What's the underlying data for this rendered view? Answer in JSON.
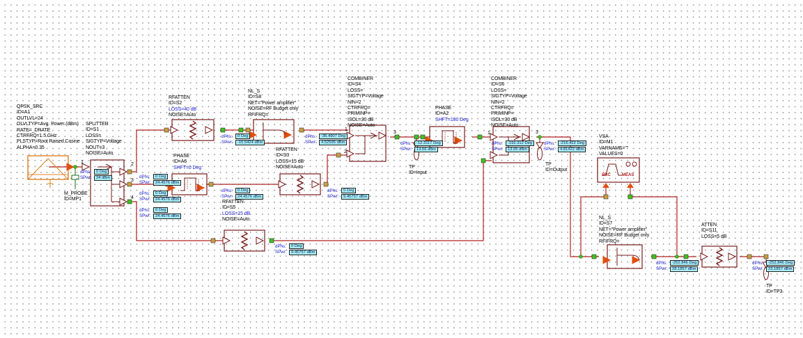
{
  "schematic": {
    "colors": {
      "wire": "#b02020",
      "block": "#7a1a1a",
      "source": "#e08020",
      "port_orange": "#e05010",
      "node_green": "#40c020",
      "annotation_bg": "#a9f0f5",
      "param_blue": "#1a1acc"
    },
    "components": [
      {
        "id": "qpsk_src",
        "lines": [
          "QPSK_SRC",
          "ID=A1",
          "OUTLVL=24",
          "OLVLTYP=Avg. Power (dBm)",
          "RATE=_DRATE",
          "CTRFRQ=1.5 GHz",
          "PLSTYP=Root Raised Cosine",
          "ALPHA=0.35"
        ]
      },
      {
        "id": "splitter",
        "lines": [
          "SPLITTER",
          "ID=S1",
          "LOSS=",
          "SIGTYP=Voltage",
          "NOUT=3",
          "NOISE=Auto"
        ]
      },
      {
        "id": "m_probe",
        "lines": [
          "M_PROBE",
          "ID=MP1"
        ]
      },
      {
        "id": "rfatten_s2",
        "lines": [
          "RFATTEN",
          "ID=S2",
          "LOSS=40 dB",
          "NOISE=Auto"
        ],
        "blue_line": 2
      },
      {
        "id": "nl_s_s8",
        "lines": [
          "NL_S",
          "ID=S8",
          "NET=\"Power amplifier\"",
          "NOISE=RF Budget only",
          "RFIFRQ="
        ]
      },
      {
        "id": "phase_a6",
        "lines": [
          "PHASE",
          "ID=A6",
          "SHFT=0 Deg"
        ],
        "blue_line": 2
      },
      {
        "id": "rfatten_s3",
        "lines": [
          "RFATTEN",
          "ID=S3",
          "LOSS=15 dB",
          "NOISE=Auto"
        ]
      },
      {
        "id": "rfatten_s5",
        "lines": [
          "RFATTEN",
          "ID=S5",
          "LOSS=15 dB",
          "NOISE=Auto"
        ],
        "blue_line": 2
      },
      {
        "id": "combiner_s4",
        "lines": [
          "COMBINER",
          "ID=S4",
          "LOSS=",
          "SIGTYP=Voltage",
          "NIN=2",
          "CTRFRQ=",
          "PRIMINP=",
          "ISOL=30 dB",
          "NOISE=Auto"
        ]
      },
      {
        "id": "phase_a2",
        "lines": [
          "PHASE",
          "ID=A2",
          "SHFT=180 Deg"
        ],
        "blue_line": 2
      },
      {
        "id": "tp_input",
        "lines": [
          "TP",
          "ID=Input"
        ]
      },
      {
        "id": "combiner_s6",
        "lines": [
          "COMBINER",
          "ID=S6",
          "LOSS=",
          "SIGTYP=Voltage",
          "NIN=2",
          "CTRFRQ=",
          "PRIMINP=",
          "ISOL=30 dB",
          "NOISE=Auto"
        ]
      },
      {
        "id": "tp_output",
        "lines": [
          "TP",
          "ID=Output"
        ]
      },
      {
        "id": "vsa",
        "lines": [
          "VSA",
          "ID=M1",
          "VARNAME=\"\"",
          "VALUES=0"
        ],
        "src_label": "SRC",
        "meas_label": "MEAS"
      },
      {
        "id": "nl_s_s7",
        "lines": [
          "NL_S",
          "ID=S7",
          "NET=\"Power amplifier\"",
          "NOISE=RF Budget only",
          "RFIFRQ="
        ]
      },
      {
        "id": "atten_s11",
        "lines": [
          "ATTEN",
          "ID=S11",
          "LOSS=5 dB"
        ]
      },
      {
        "id": "tp_tp3",
        "lines": [
          "TP",
          "ID=TP3"
        ]
      }
    ],
    "port_numbers": {
      "sp_in": "1",
      "sp_o2": "2",
      "sp_o3": "3",
      "sp_o4": "4",
      "c4_in1": "1",
      "c4_in2": "2",
      "c4_out": "3",
      "c6_in1": "1",
      "c6_out": "3"
    },
    "annotations": {
      "key_phase": "dPhs:",
      "key_power": "SPwr:",
      "a_src": {
        "phase": "0 Deg",
        "power": "24 dBm"
      },
      "a_sp2": {
        "phase": "0 Deg",
        "power": "24.4576 dBm"
      },
      "a_sp3": {
        "phase": "0 Deg",
        "power": "24.4576 dBm"
      },
      "a_sp4": {
        "phase": "0 Deg",
        "power": "24.4576 dBm"
      },
      "a_s2": {
        "phase": "0 Deg",
        "power": "-15.5424 dBm"
      },
      "a_s8": {
        "phase": "-36.4907 Deg",
        "power": "4.52595 dBm"
      },
      "a_a6": {
        "phase": "0 Deg",
        "power": "24.4576 dBm"
      },
      "a_s3": {
        "phase": "0 Deg",
        "power": "9.45757 dBm"
      },
      "a_s5": {
        "phase": "0 Deg",
        "power": "9.45757 dBm"
      },
      "a_s4": {
        "phase": "-12.3117 Deg",
        "power": "13.56 dBm"
      },
      "a_s6in": {
        "phase": "-192.312 Deg",
        "power": "13.05 dBm"
      },
      "a_s6": {
        "phase": "-216.422 Deg",
        "power": "4.81422 dBm"
      },
      "a_s7": {
        "phase": "-252.846 Deg",
        "power": "28.1857 dBm"
      },
      "a_s11": {
        "phase": "-252.846 Deg",
        "power": "23.1857 dBm"
      }
    }
  }
}
